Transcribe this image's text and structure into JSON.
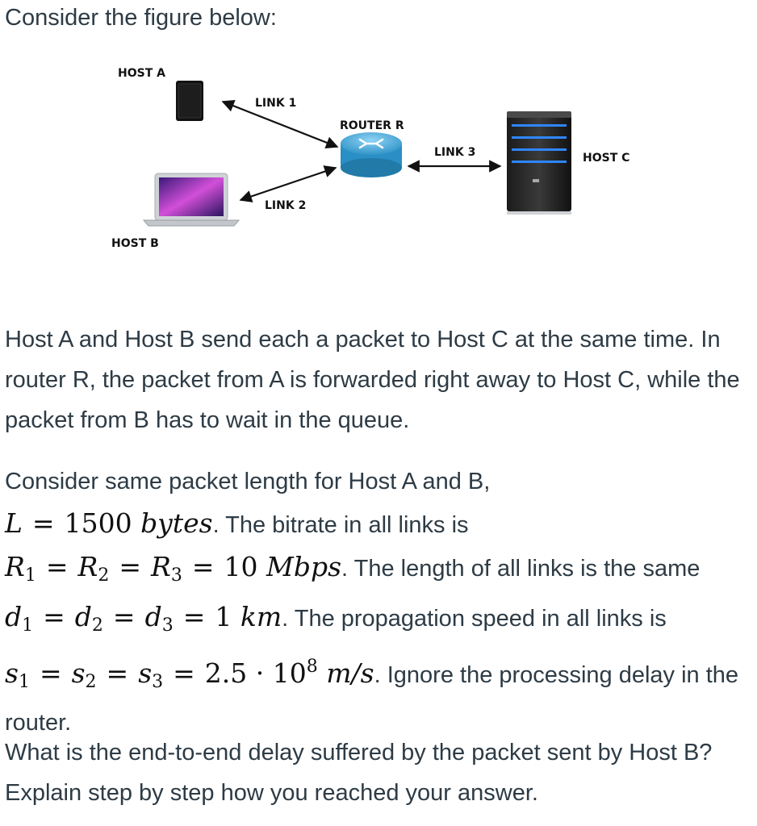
{
  "intro": "Consider the figure below:",
  "figure": {
    "host_a": "HOST A",
    "host_b": "HOST B",
    "host_c": "HOST C",
    "router": "ROUTER R",
    "link1": "LINK 1",
    "link2": "LINK 2",
    "link3": "LINK 3"
  },
  "para1": "Host A and Host B send each a packet to Host C at the same time. In router R, the packet from A is forwarded right away to Host C, while the packet from B has to wait in the queue.",
  "para2": {
    "t1": "Consider same packet length for Host A and B,",
    "m_L": "L",
    "m_eq": "=",
    "m_1500": "1500",
    "m_bytes": "bytes",
    "t2": ". The bitrate in all links is",
    "m_R": "R",
    "idx1": "1",
    "idx2": "2",
    "idx3": "3",
    "m_10": "10",
    "m_Mbps": "Mbps",
    "t3": ". The length of all links is the same",
    "m_d": "d",
    "m_1": "1",
    "m_km": "km",
    "t4": ". The propagation speed in all links is",
    "m_s": "s",
    "m_25": "2.5",
    "m_dot": "·",
    "m_exp": "8",
    "m_ms": "m/s",
    "t5": ". Ignore the processing delay in the router."
  },
  "para3": "What is the end-to-end delay suffered by the packet sent by Host B? Explain step by step how you reached your answer."
}
